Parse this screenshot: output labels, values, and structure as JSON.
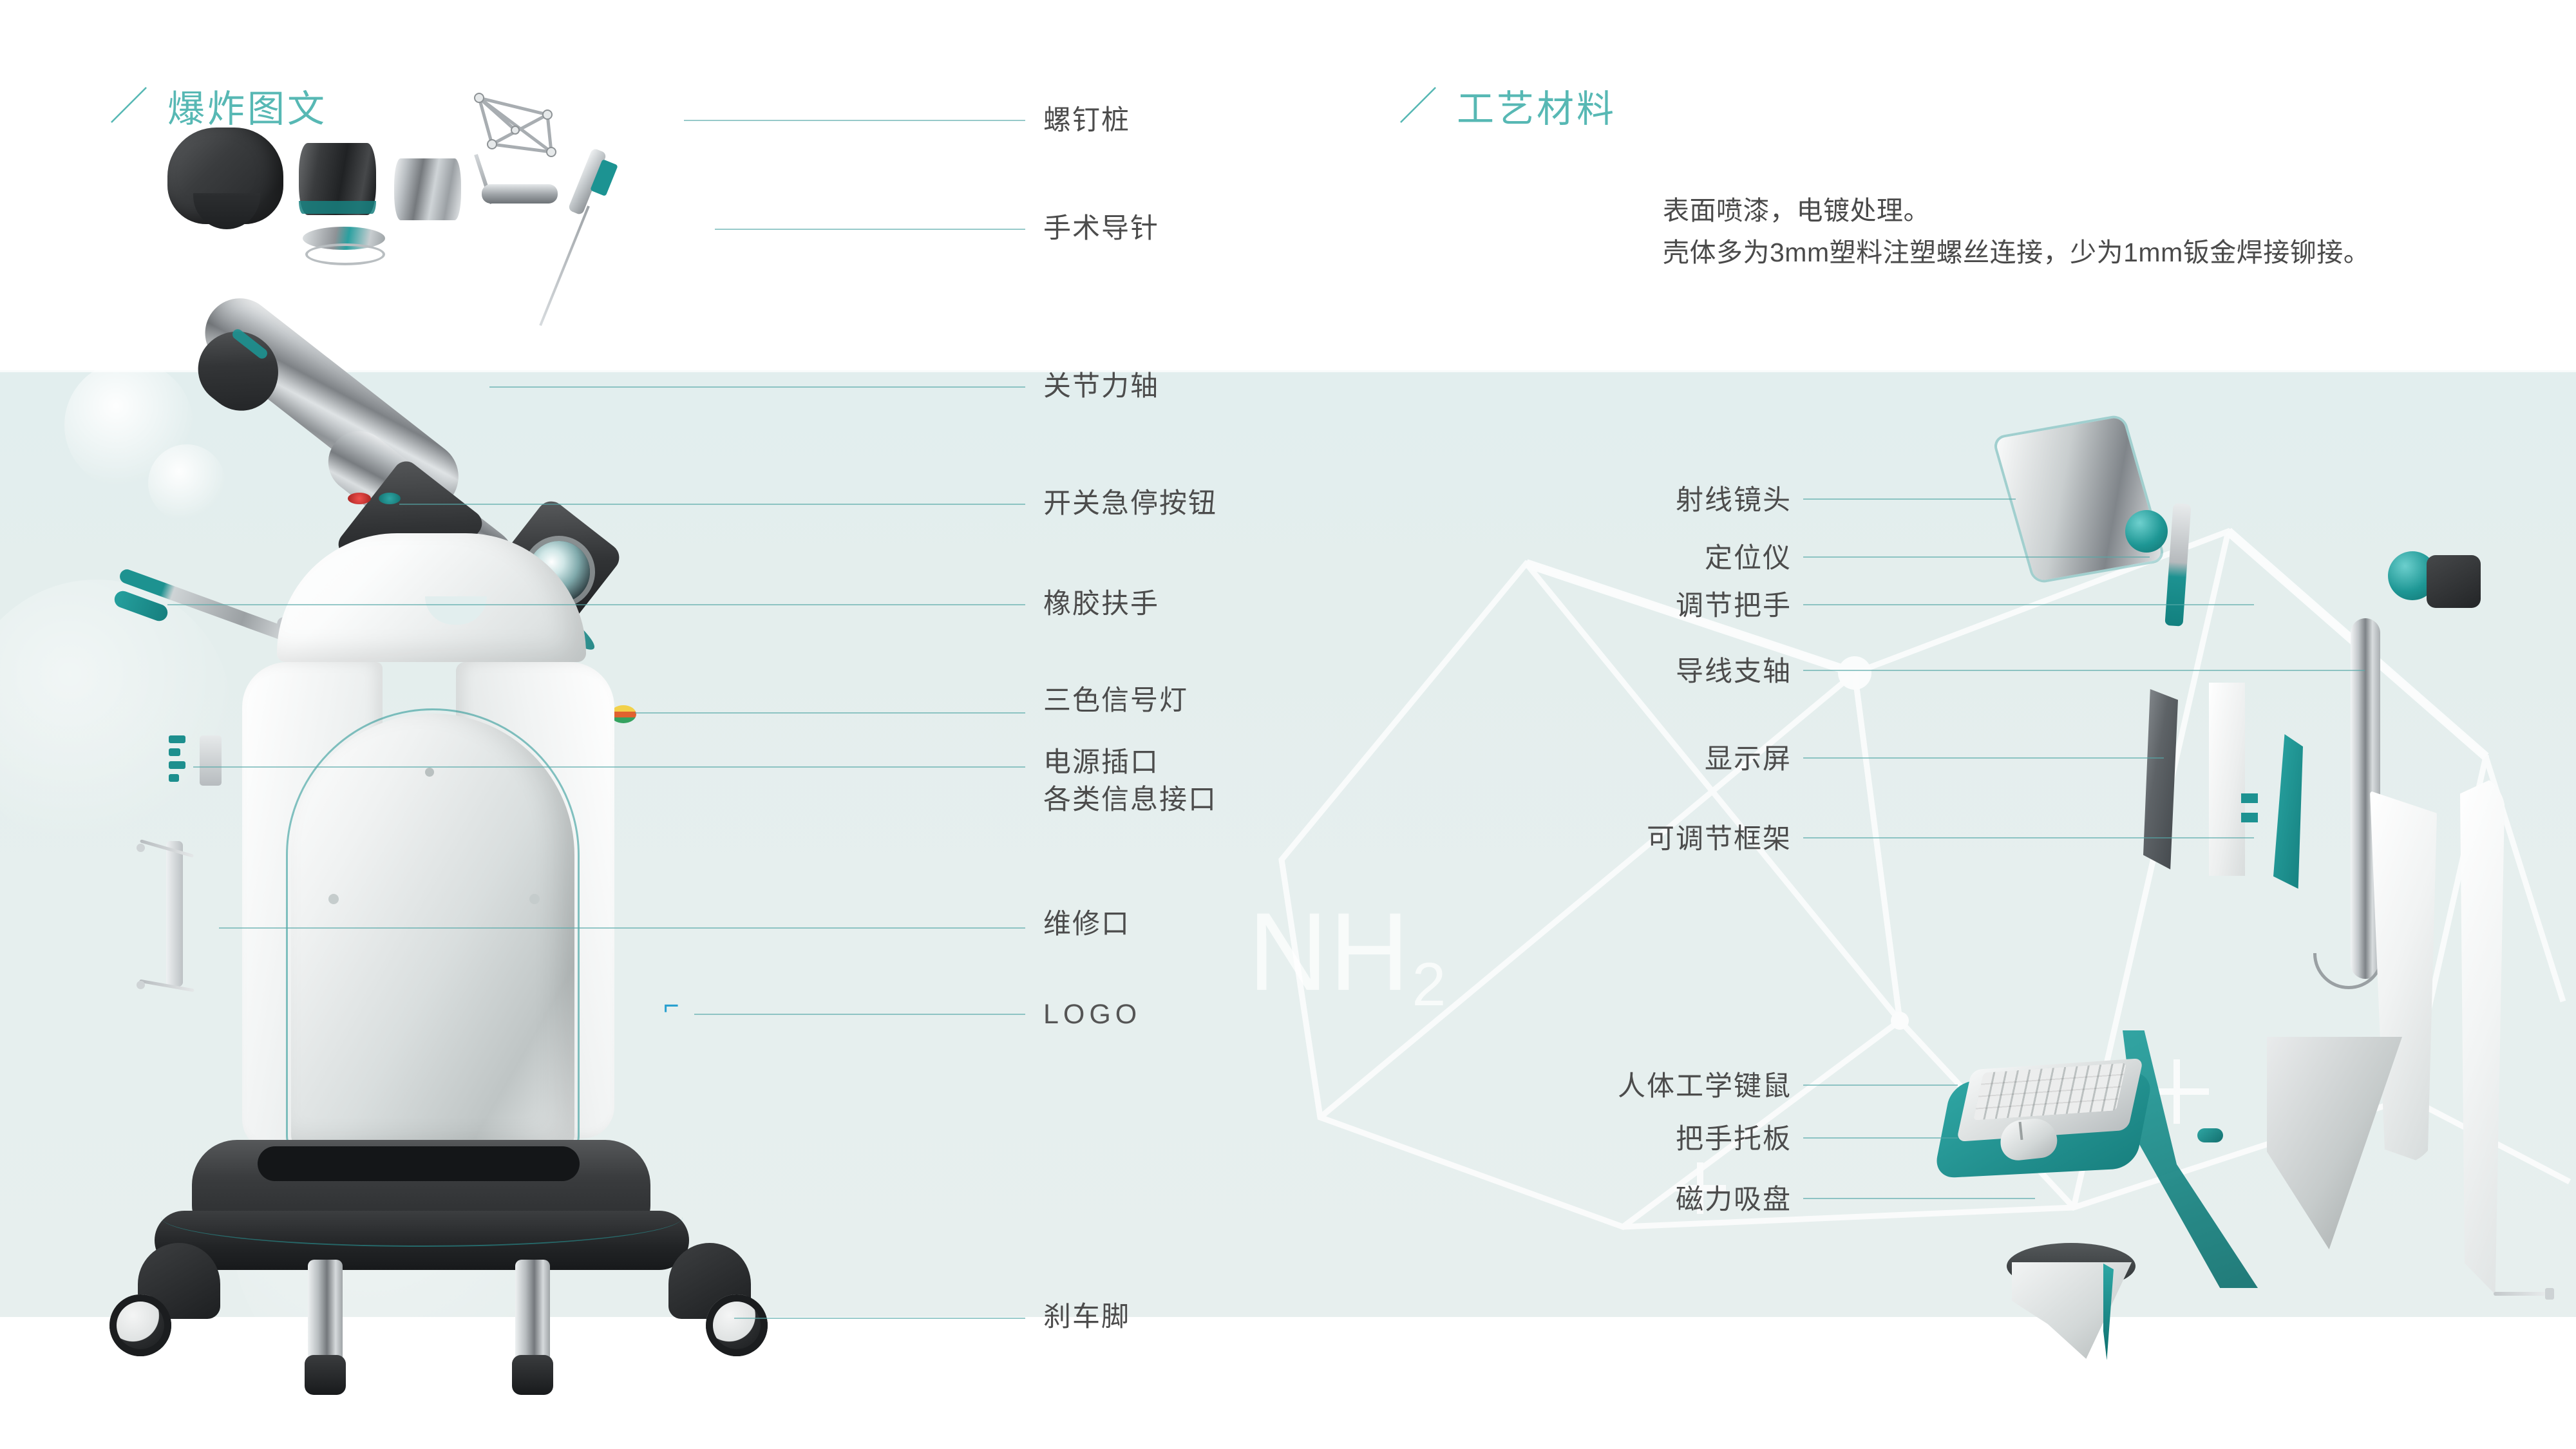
{
  "sections": {
    "left": {
      "slash": "／",
      "title": "爆炸图文"
    },
    "right": {
      "slash": "／",
      "title": "工艺材料"
    }
  },
  "materials_note": {
    "line1": "表面喷漆，电镀处理。",
    "line2": "壳体多为3mm塑料注塑螺丝连接，少为1mm钣金焊接铆接。"
  },
  "watermark": {
    "text": "NH",
    "subscript": "2"
  },
  "left_callouts": [
    {
      "label": "螺钉桩"
    },
    {
      "label": "手术导针"
    },
    {
      "label": "关节力轴"
    },
    {
      "label": "开关急停按钮"
    },
    {
      "label": "橡胶扶手"
    },
    {
      "label": "三色信号灯"
    },
    {
      "label": "电源插口"
    },
    {
      "label": "各类信息接口"
    },
    {
      "label": "维修口"
    },
    {
      "label": "LOGO"
    },
    {
      "label": "刹车脚"
    }
  ],
  "right_callouts": [
    {
      "label": "射线镜头"
    },
    {
      "label": "定位仪"
    },
    {
      "label": "调节把手"
    },
    {
      "label": "导线支轴"
    },
    {
      "label": "显示屏"
    },
    {
      "label": "可调节框架"
    },
    {
      "label": "人体工学键鼠"
    },
    {
      "label": "把手托板"
    },
    {
      "label": "磁力吸盘"
    }
  ],
  "logo_mark": "⌐",
  "colors": {
    "accent_teal": "#57b8b4",
    "deep_teal": "#1d9291",
    "band_bg": "#e5efee",
    "label_text": "#4c4c4c",
    "body_text": "#4a4a4a",
    "leader_line": "#55a8a8",
    "led_red": "#e84b48",
    "led_teal": "#2fa5a3",
    "signal_yellow": "#f2d14a",
    "signal_orange": "#e0622f",
    "signal_green": "#34a25f"
  }
}
